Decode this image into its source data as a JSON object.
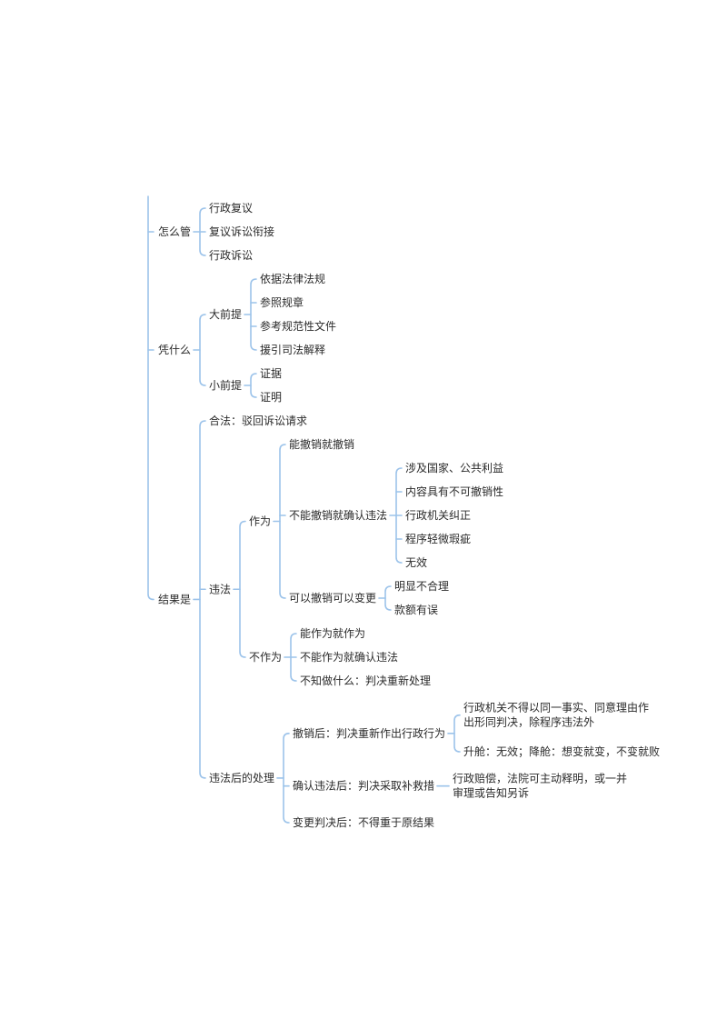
{
  "mindmap": {
    "label": "",
    "children": [
      {
        "label": "怎么管",
        "children": [
          {
            "label": "行政复议"
          },
          {
            "label": "复议诉讼衔接"
          },
          {
            "label": "行政诉讼"
          }
        ]
      },
      {
        "label": "凭什么",
        "children": [
          {
            "label": "大前提",
            "children": [
              {
                "label": "依据法律法规"
              },
              {
                "label": "参照规章"
              },
              {
                "label": "参考规范性文件"
              },
              {
                "label": "援引司法解释"
              }
            ]
          },
          {
            "label": "小前提",
            "children": [
              {
                "label": "证据"
              },
              {
                "label": "证明"
              }
            ]
          }
        ]
      },
      {
        "label": "结果是",
        "children": [
          {
            "label": "合法：驳回诉讼请求"
          },
          {
            "label": "违法",
            "children": [
              {
                "label": "作为",
                "children": [
                  {
                    "label": "能撤销就撤销"
                  },
                  {
                    "label": "不能撤销就确认违法",
                    "children": [
                      {
                        "label": "涉及国家、公共利益"
                      },
                      {
                        "label": "内容具有不可撤销性"
                      },
                      {
                        "label": "行政机关纠正"
                      },
                      {
                        "label": "程序轻微瑕疵"
                      },
                      {
                        "label": "无效"
                      }
                    ]
                  },
                  {
                    "label": "可以撤销可以变更",
                    "children": [
                      {
                        "label": "明显不合理"
                      },
                      {
                        "label": "款额有误"
                      }
                    ]
                  }
                ]
              },
              {
                "label": "不作为",
                "children": [
                  {
                    "label": "能作为就作为"
                  },
                  {
                    "label": "不能作为就确认违法"
                  },
                  {
                    "label": "不知做什么：判决重新处理"
                  }
                ]
              }
            ]
          },
          {
            "label": "违法后的处理",
            "children": [
              {
                "label": "撤销后：判决重新作出行政行为",
                "children": [
                  {
                    "label": "行政机关不得以同一事实、同意理由作出形同判决，除程序违法外",
                    "lines": [
                      "行政机关不得以同一事实、同意理由作",
                      "出形同判决，除程序违法外"
                    ]
                  },
                  {
                    "label": "升舱：无效；降舱：想变就变，不变就败"
                  }
                ]
              },
              {
                "label": "确认违法后：判决采取补救措",
                "children": [
                  {
                    "label": "行政赔偿，法院可主动释明，或一并审理或告知另诉",
                    "lines": [
                      "行政赔偿，法院可主动释明，或一并",
                      "审理或告知另诉"
                    ]
                  }
                ]
              },
              {
                "label": "变更判决后：不得重于原结果"
              }
            ]
          }
        ]
      }
    ]
  }
}
